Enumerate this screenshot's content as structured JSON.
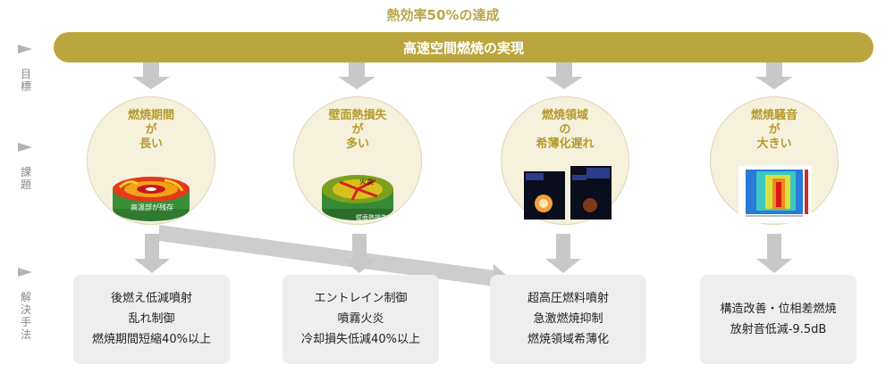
{
  "headline": "熱効率50%の達成",
  "banner": "高速空間燃焼の実現",
  "left_labels": [
    "目標",
    "課題",
    "解決手法"
  ],
  "issues": [
    {
      "title": [
        "燃焼期間",
        "が",
        "長い"
      ],
      "image_caption": "高温部が残存"
    },
    {
      "title": [
        "壁面熱損失",
        "が",
        "多い"
      ],
      "image_caption": "火炎",
      "image_caption_2": "壁面熱損失"
    },
    {
      "title": [
        "燃焼領域",
        "の",
        "希薄化遅れ"
      ],
      "image_caption": ""
    },
    {
      "title": [
        "燃焼騒音",
        "が",
        "大きい"
      ],
      "image_caption": ""
    }
  ],
  "solutions": [
    {
      "lines": [
        "後燃え低減噴射",
        "乱れ制御",
        "燃焼期間短縮40%以上"
      ]
    },
    {
      "lines": [
        "エントレイン制御",
        "噴霧火炎",
        "冷却損失低減40%以上"
      ]
    },
    {
      "lines": [
        "超高圧燃料噴射",
        "急激燃焼抑制",
        "燃焼領域希薄化"
      ]
    },
    {
      "lines": [
        "構造改善・位相差燃焼",
        "放射音低減-9.5dB"
      ]
    }
  ],
  "colors": {
    "gold": "#bba63d",
    "arrow_gray": "#c8c8c8",
    "circle_fill": "#f5f1dc",
    "box_fill": "#eeeeee"
  }
}
